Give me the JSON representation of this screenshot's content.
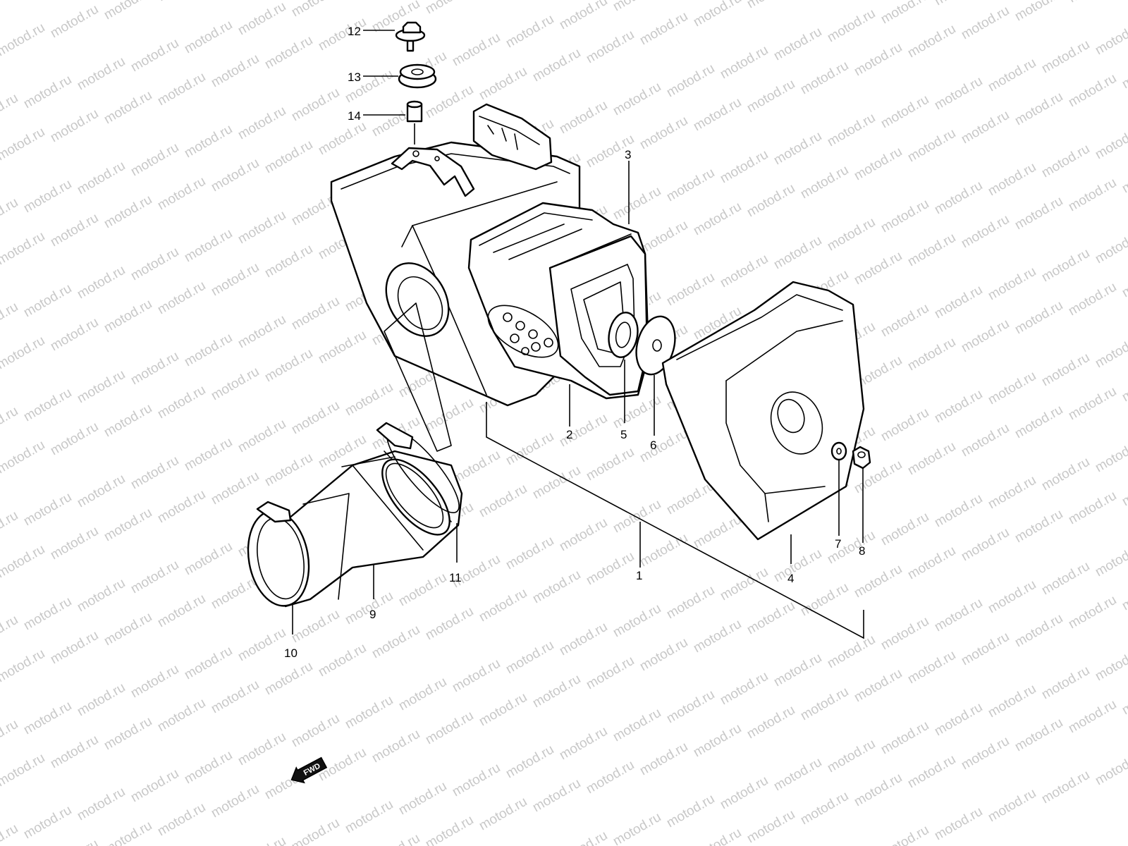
{
  "watermark": "motod.ru",
  "fwd_label": "FWD",
  "callouts": [
    "1",
    "2",
    "3",
    "4",
    "5",
    "6",
    "7",
    "8",
    "9",
    "10",
    "11",
    "12",
    "13",
    "14"
  ],
  "parts": {
    "p1": "air-cleaner-assembly",
    "p2": "air-cleaner-case",
    "p3": "air-cleaner-element",
    "p4": "air-cleaner-cap",
    "p5": "grommet",
    "p6": "washer-plate",
    "p7": "washer",
    "p8": "nut",
    "p9": "outlet-tube",
    "p10": "clamp",
    "p11": "clamp",
    "p12": "bolt",
    "p13": "cushion",
    "p14": "spacer"
  },
  "colors": {
    "line": "#000000",
    "background": "#ffffff",
    "watermark": "#c8c8c8"
  }
}
